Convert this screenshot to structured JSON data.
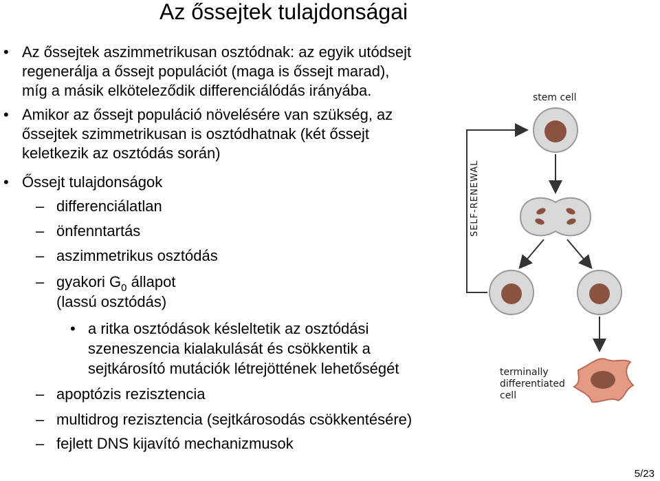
{
  "title": "Az őssejtek tulajdonságai",
  "bullets": [
    [
      "Az őssejtek aszimmetrikusan osztódnak: az egyik utódsejt",
      "regenerálja a őssejt populációt (maga is őssejt marad),",
      "míg a másik elköteleződik differenciálódás irányába."
    ],
    [
      "Amikor az őssejt populáció növelésére van szükség, az",
      "őssejtek szimmetrikusan is osztódhatnak (két őssejt",
      "keletkezik az osztódás során)"
    ],
    [
      "Őssejt tulajdonságok"
    ]
  ],
  "dash_items": {
    "d1": "differenciálatlan",
    "d2": "önfenntartás",
    "d3": "aszimmetrikus osztódás",
    "d4_main": "gyakori G",
    "d4_sub": "0",
    "d4_rest": " állapot",
    "d4_line2": "(lassú osztódás)",
    "d5": "apoptózis rezisztencia",
    "d6": "multidrog rezisztencia (sejtkárosodás csökkentésére)",
    "d7": "fejlett DNS kijavító mechanizmusok"
  },
  "sub_bullet": [
    "a ritka osztódások késleltetik az osztódási",
    "szeneszencia kialakulását és csökkentik a",
    "sejtkárosító mutációk létrejöttének lehetőségét"
  ],
  "figure": {
    "stem_cell_label": "stem cell",
    "self_renewal_label": "SELF-RENEWAL",
    "terminal_label": [
      "terminally",
      "differentiated",
      "cell"
    ],
    "colors": {
      "cell_fill": "#d9d9d9",
      "cell_stroke": "#9a9a9a",
      "nucleus": "#8a5240",
      "diff_cell": "#e59b83",
      "diff_stroke": "#b86c58",
      "arrow": "#333333"
    }
  },
  "page_number": "5/23"
}
